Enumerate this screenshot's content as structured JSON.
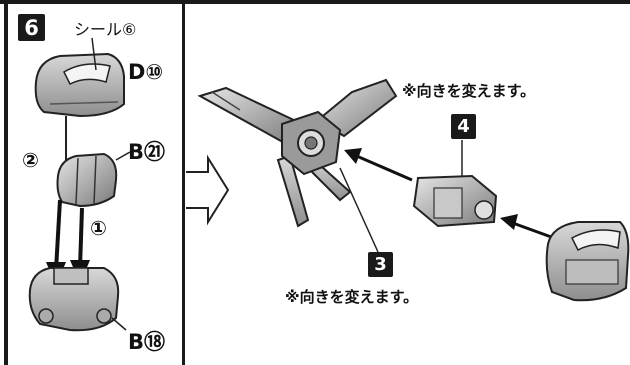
{
  "step": {
    "number": "6"
  },
  "left_panel": {
    "seal_label": "シール⑥",
    "part_d": "D⑩",
    "part_b21": "B㉑",
    "part_b18": "B⑱",
    "order_1": "①",
    "order_2": "②"
  },
  "right_panel": {
    "badge_3": "3",
    "badge_4": "4",
    "note_top": "※向きを変えます。",
    "note_bottom": "※向きを変えます。"
  },
  "icons": [
    "transition-arrow-icon",
    "insert-arrow-icon"
  ]
}
